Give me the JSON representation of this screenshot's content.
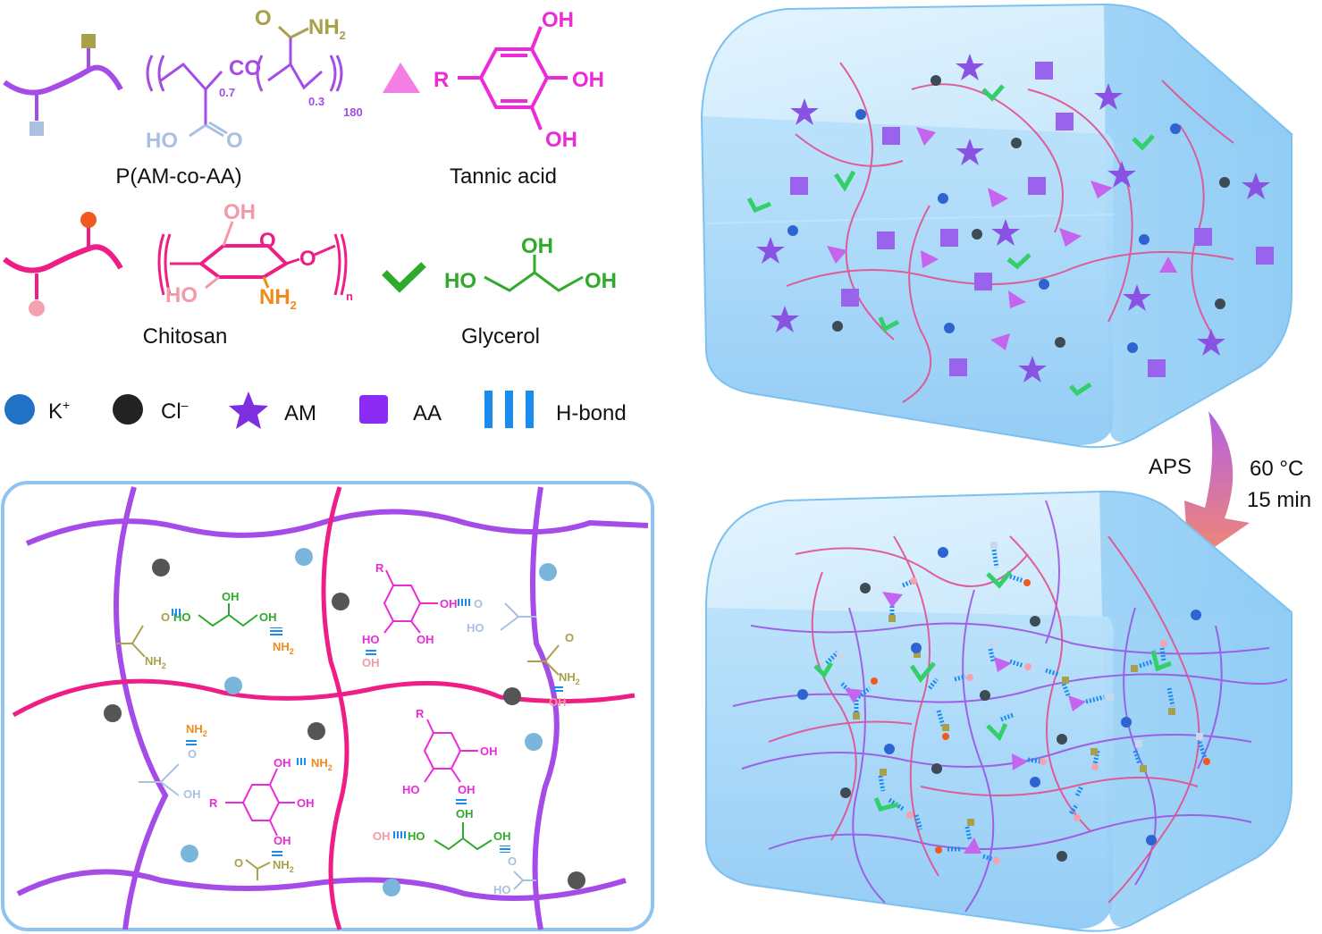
{
  "colors": {
    "paa": "#a54be8",
    "am_group": "#a8a04b",
    "aa_group": "#a9c0e2",
    "chitosan": "#ee1e86",
    "chitosan_oh": "#f29aa5",
    "chitosan_nh2": "#f08a1a",
    "tannic": "#ec2ad8",
    "glycerol": "#2faa2c",
    "k_ion": "#1f72c4",
    "cl_ion": "#222222",
    "am_star": "#7b2fe0",
    "aa_square": "#8b2cf5",
    "hbond": "#1a8cf0",
    "gel_face": "#a9d8f8",
    "gel_edge": "#7cc1ef",
    "arrow_top": "#b45fe3",
    "arrow_bottom": "#f58a6c"
  },
  "legend_top": {
    "paa_copolymer": {
      "name": "P(AM-co-AA)",
      "co": "CO",
      "sub_07": "0.7",
      "sub_03": "0.3",
      "sub_180": "180",
      "nh2": "NH",
      "nh2_sub": "2",
      "ho": "HO",
      "o": "O"
    },
    "tannic_acid": {
      "name": "Tannic acid",
      "r": "R",
      "oh": "OH"
    },
    "chitosan": {
      "name": "Chitosan",
      "oh": "OH",
      "ho": "HO",
      "nh": "NH",
      "nh_sub": "2",
      "o": "O",
      "n": "n"
    },
    "glycerol": {
      "name": "Glycerol",
      "oh_top": "OH",
      "ho": "HO",
      "oh_right": "OH"
    }
  },
  "legend_ions": {
    "k": "K",
    "k_sup": "+",
    "cl": "Cl",
    "cl_sup": "–",
    "am": "AM",
    "aa": "AA",
    "hbond": "H-bond"
  },
  "network_panel": {
    "labels": {
      "o": "O",
      "ho": "HO",
      "oh": "OH",
      "nh2": "NH",
      "nh2_sub": "2",
      "r": "R"
    }
  },
  "reaction": {
    "initiator": "APS",
    "temperature": "60 °C",
    "time": "15 min"
  }
}
